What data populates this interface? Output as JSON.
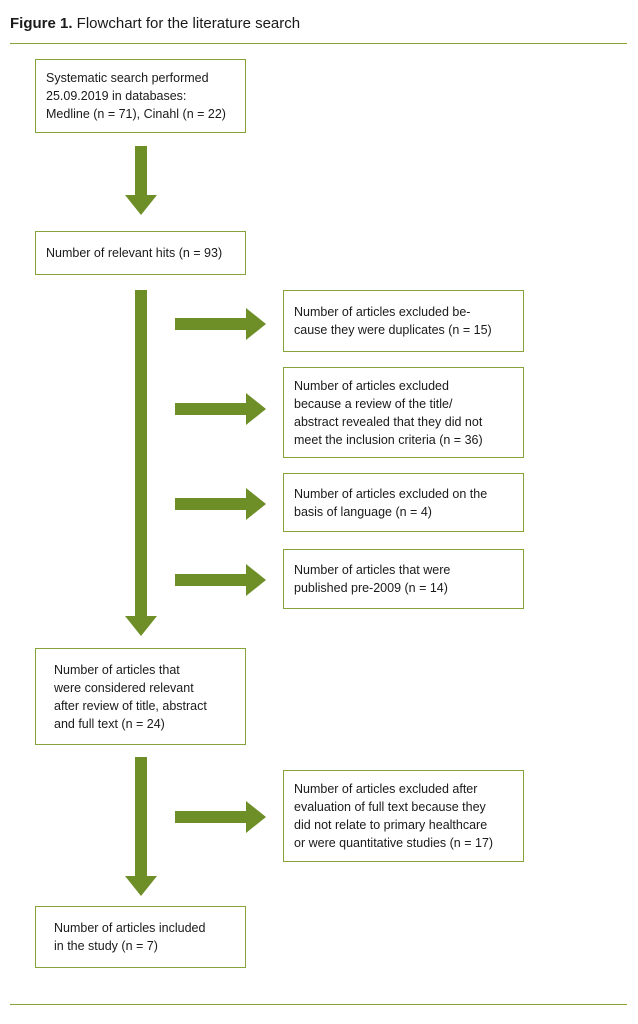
{
  "caption": {
    "label": "Figure 1.",
    "text": " Flowchart for the literature search"
  },
  "boxes": {
    "search": "Systematic search performed\n25.09.2019 in databases:\nMedline (n = 71), Cinahl (n = 22)",
    "hits": "Number of relevant hits  (n = 93)",
    "excl_duplicates": "Number of articles excluded be-\ncause they were duplicates (n = 15)",
    "excl_title": "Number of articles excluded\nbecause a review of the title/\nabstract revealed that they did not\nmeet the inclusion criteria (n = 36)",
    "excl_language": "Number of articles excluded on the\nbasis of language (n = 4)",
    "excl_pre2009": "Number of articles that were\npublished pre-2009 (n = 14)",
    "relevant": "Number of articles that\nwere considered relevant\nafter review of title, abstract\nand full text (n = 24)",
    "excl_fulltext": "Number of articles excluded after\nevaluation of full text because they\ndid not relate to primary healthcare\nor were quantitative studies (n = 17)",
    "included": "Number of articles included\nin the study (n = 7)"
  }
}
